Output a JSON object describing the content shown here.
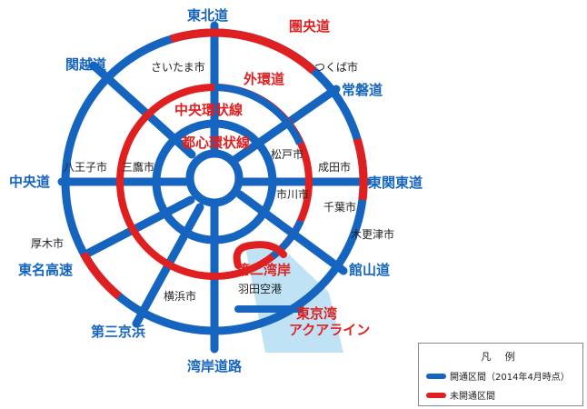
{
  "colors": {
    "open": "#1565c0",
    "unopened": "#e02020",
    "bay": "#bfe3f5"
  },
  "expressways": {
    "tohoku": "東北道",
    "kanetsu": "関越道",
    "chuo": "中央道",
    "tomei": "東名高速",
    "daisan_keihin": "第三京浜",
    "wangan": "湾岸道路",
    "tateyama": "館山道",
    "higashi_kanto": "東関東道",
    "joban": "常磐道"
  },
  "ring_roads": {
    "kenodo": "圏央道",
    "gaikan": "外環道",
    "chuo_kanjo": "中央環状線",
    "toshin_kanjo": "都心環状線",
    "daini_wangan": "第二湾岸",
    "aqualine": "東京湾\nアクアライン"
  },
  "cities": {
    "saitama": "さいたま市",
    "tsukuba": "つくば市",
    "hachioji": "八王子市",
    "mitaka": "三鷹市",
    "matsudo": "松戸市",
    "narita": "成田市",
    "ichikawa": "市川市",
    "chiba": "千葉市",
    "kisarazu": "木更津市",
    "atsugi": "厚木市",
    "yokohama": "横浜市",
    "haneda": "羽田空港"
  },
  "legend": {
    "title": "凡 例",
    "open_label": "開通区間（2014年4月時点）",
    "unopened_label": "未開通区間"
  }
}
